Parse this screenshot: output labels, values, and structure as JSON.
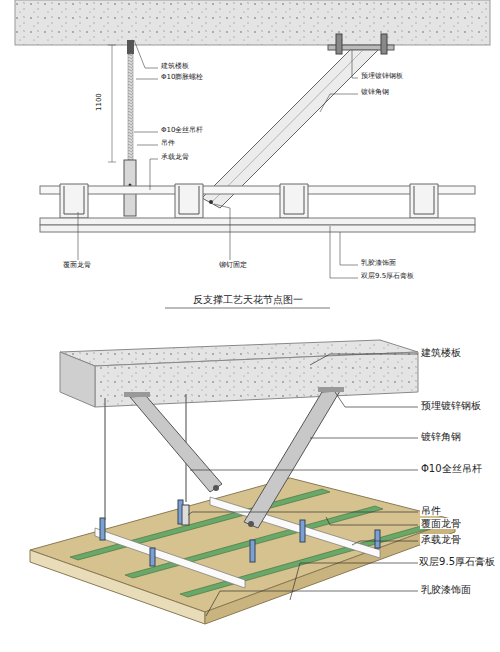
{
  "diagram": {
    "title": "反支撑工艺天花节点图一",
    "labels": [
      "建筑楼板",
      "Φ10膨胀螺栓",
      "1100",
      "Φ10全丝吊杆",
      "吊件",
      "承载龙骨",
      "预埋镀锌钢板",
      "镀锌角钢",
      "覆面龙骨",
      "铆钉固定",
      "乳胶漆饰面",
      "双层9.5厚石膏板",
      "建筑楼板",
      "预埋镀锌钢板",
      "镀锌角钢",
      "Φ10全丝吊杆",
      "吊件",
      "覆面龙骨",
      "承载龙骨",
      "双层9.5厚石膏板",
      "乳胶漆饰面"
    ]
  }
}
